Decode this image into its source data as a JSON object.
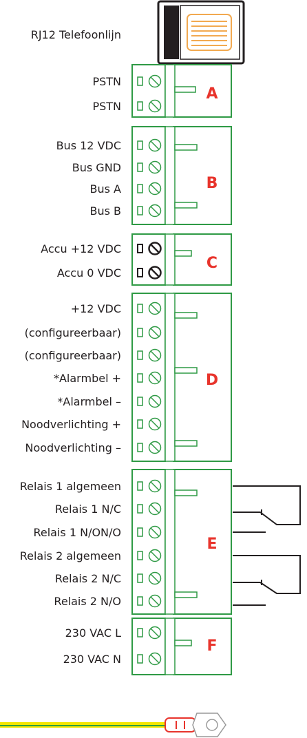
{
  "title": "RJ12 Telefoonlijn",
  "colors": {
    "green": "#2f9a45",
    "red": "#e8342c",
    "text": "#231f20",
    "copper": "#f2a950",
    "earth_yellow": "#f3e600",
    "earth_green": "#2fa040"
  },
  "blocks": [
    {
      "letter": "A",
      "terminals": [
        "PSTN",
        "PSTN"
      ]
    },
    {
      "letter": "B",
      "terminals": [
        "Bus 12 VDC",
        "Bus GND",
        "Bus A",
        "Bus B"
      ]
    },
    {
      "letter": "C",
      "terminals": [
        "Accu +12 VDC",
        "Accu 0 VDC"
      ]
    },
    {
      "letter": "D",
      "terminals": [
        "+12 VDC",
        "(configureerbaar)",
        "(configureerbaar)",
        "*Alarmbel +",
        "*Alarmbel –",
        "Noodverlichting +",
        "Noodverlichting –"
      ]
    },
    {
      "letter": "E",
      "terminals": [
        "Relais 1 algemeen",
        "Relais 1 N/C",
        "Relais 1 N/ON/O",
        "Relais 2 algemeen",
        "Relais 2 N/C",
        "Relais 2 N/O"
      ]
    },
    {
      "letter": "F",
      "terminals": [
        "230 VAC L",
        "230 VAC N"
      ]
    }
  ]
}
